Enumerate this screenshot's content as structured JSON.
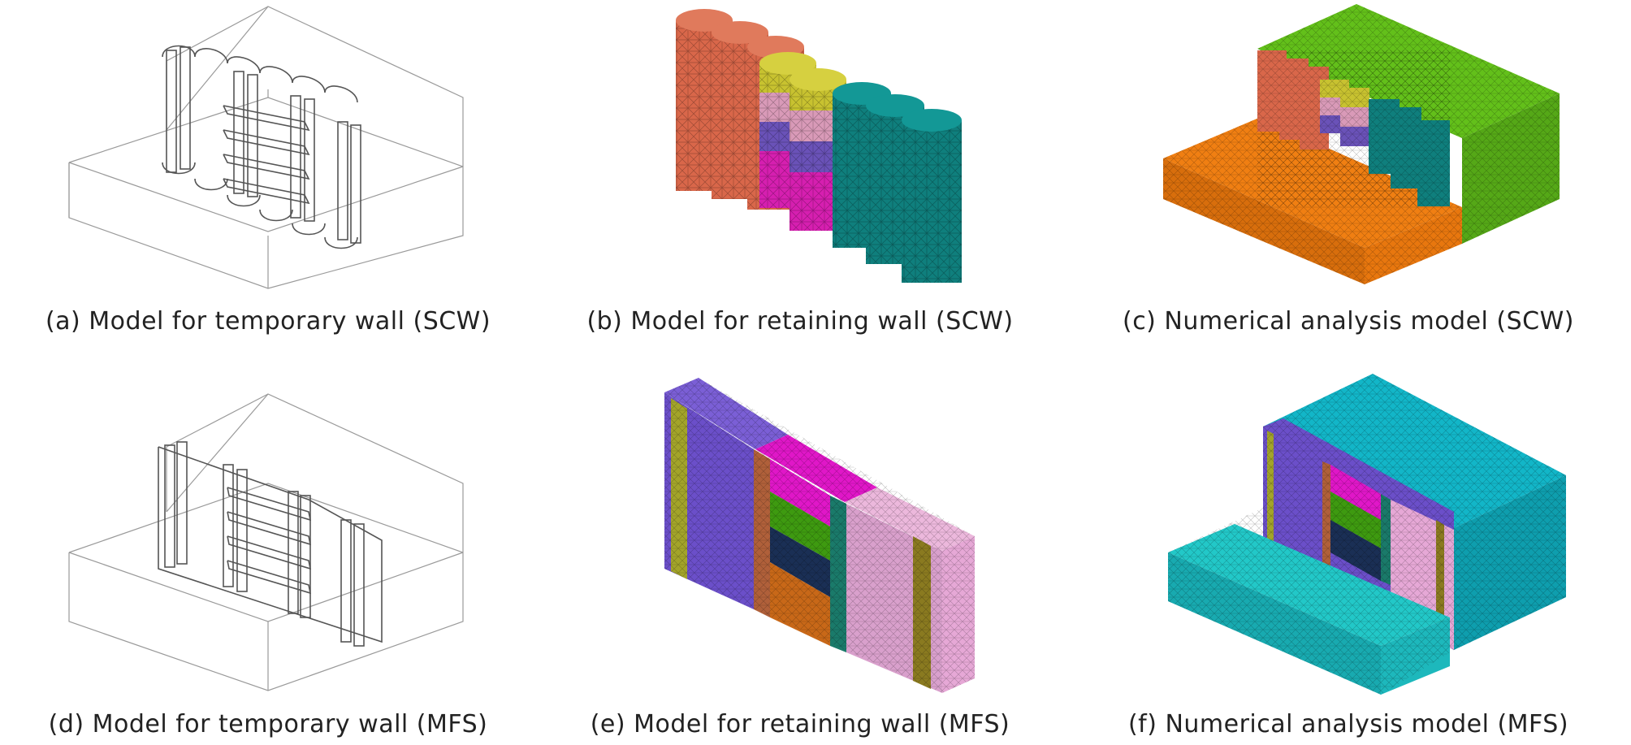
{
  "panels": [
    {
      "id": "a",
      "caption": "(a) Model for temporary wall (SCW)"
    },
    {
      "id": "b",
      "caption": "(b) Model for retaining wall (SCW)"
    },
    {
      "id": "c",
      "caption": "(c) Numerical analysis model (SCW)"
    },
    {
      "id": "d",
      "caption": "(d) Model for temporary wall (MFS)"
    },
    {
      "id": "e",
      "caption": "(e) Model for retaining wall (MFS)"
    },
    {
      "id": "f",
      "caption": "(f) Numerical analysis model (MFS)"
    }
  ],
  "colors": {
    "scw_left_piles": "#d9674a",
    "scw_yellow": "#c8c230",
    "scw_pink": "#d99ab8",
    "scw_purple": "#6a52b8",
    "scw_magenta": "#d61fb0",
    "scw_teal": "#0f7f7d",
    "scw_ground_green": "#63c01a",
    "scw_excavation_orange": "#f07f12",
    "mfs_purple": "#6b4fc9",
    "mfs_olive": "#a3a42a",
    "mfs_brown": "#b0603a",
    "mfs_magenta": "#e017c8",
    "mfs_green": "#3e9a10",
    "mfs_navy": "#1a2f55",
    "mfs_orange": "#c86818",
    "mfs_teal": "#1a7a6a",
    "mfs_pink": "#e6a8d6",
    "mfs_ground_cyan": "#12b6c8",
    "mfs_excavation_cyan": "#22c8c8",
    "wireframe": "#9a9a9a"
  }
}
